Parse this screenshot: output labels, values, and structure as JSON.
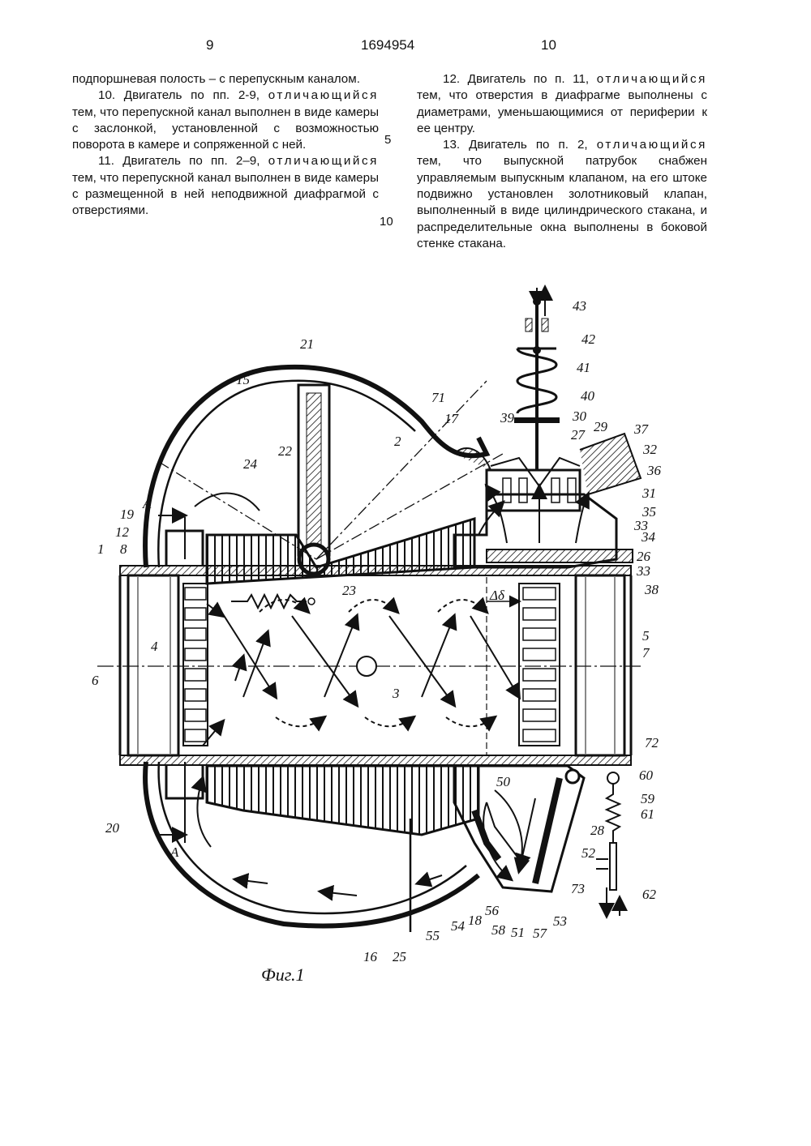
{
  "header": {
    "page_left": "9",
    "patent_number": "1694954",
    "page_right": "10"
  },
  "line_numbers": [
    "5",
    "10"
  ],
  "left_column": {
    "p0": "подпоршневая полость – с перепускным каналом.",
    "p10_start": "10. Двигатель по пп. 2-9, ",
    "p10_spaced": "отличающийся",
    "p10_end": " тем, что перепускной канал выполнен в виде камеры с заслонкой, установленной с возможностью поворота в камере и сопряженной с ней.",
    "p11_start": "11. Двигатель по пп. 2–9, ",
    "p11_spaced": "отличающийся",
    "p11_end": " тем, что перепускной канал выполнен в виде камеры с размещенной в ней неподвижной диафрагмой с отверстиями."
  },
  "right_column": {
    "p12_start": "12. Двигатель по п. 11, ",
    "p12_spaced": "отличающийся",
    "p12_end": " тем, что отверстия в диафрагме выполнены с диаметрами, уменьшающимися от периферии к ее центру.",
    "p13_start": "13. Двигатель по п. 2, ",
    "p13_spaced": "отличающийся",
    "p13_end": " тем, что выпускной патрубок снабжен управляемым выпускным клапаном, на его штоке подвижно установлен золотниковый клапан, выполненный в виде цилиндрического стакана, и распределительные окна выполнены в боковой стенке стакана."
  },
  "figure": {
    "caption": "Фиг.1",
    "labels": {
      "l1": "1",
      "l2": "2",
      "l3": "3",
      "l4": "4",
      "l5": "5",
      "l6": "6",
      "l7": "7",
      "l8": "8",
      "l12": "12",
      "l15": "15",
      "l16": "16",
      "l17": "17",
      "l18": "18",
      "l19": "19",
      "l20": "20",
      "l21": "21",
      "l22": "22",
      "l23": "23",
      "l24": "24",
      "l25": "25",
      "l26": "26",
      "l27": "27",
      "l28": "28",
      "l29": "29",
      "l30": "30",
      "l31": "31",
      "l32": "32",
      "l33a": "33",
      "l33b": "33",
      "l34": "34",
      "l35": "35",
      "l36": "36",
      "l37": "37",
      "l38": "38",
      "l39": "39",
      "l40": "40",
      "l41": "41",
      "l42": "42",
      "l43": "43",
      "l50": "50",
      "l51": "51",
      "l52": "52",
      "l53": "53",
      "l54": "54",
      "l55": "55",
      "l56": "56",
      "l57": "57",
      "l58": "58",
      "l59": "59",
      "l60": "60",
      "l61": "61",
      "l62": "62",
      "l71": "71",
      "l72": "72",
      "l73": "73",
      "delta": "Δδ",
      "secA1": "A",
      "secA2": "A"
    }
  }
}
